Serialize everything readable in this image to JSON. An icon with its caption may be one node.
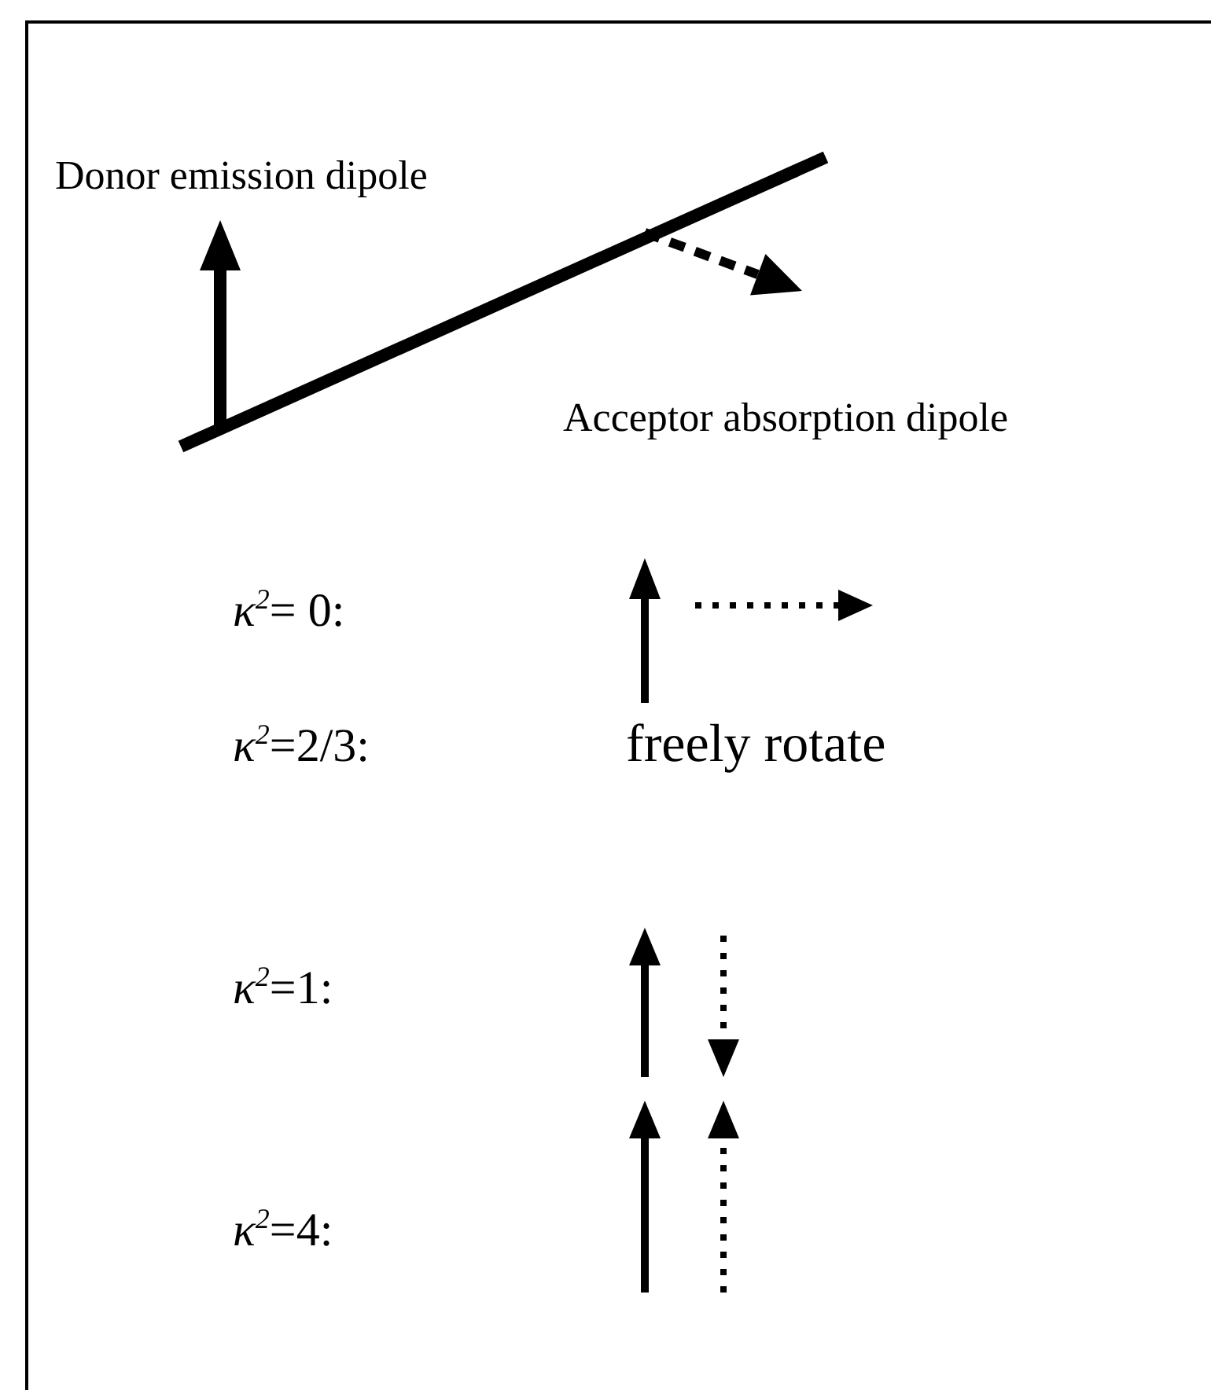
{
  "diagram": {
    "labels": [
      "Donor emission dipole",
      "Acceptor absorption dipole",
      "*κ*$^{2}$= 0:",
      "*κ*$^{2}$=2/3:",
      "freely rotate",
      "*κ*$^{2}$=1:",
      "*κ*$^{2}$=4:"
    ]
  }
}
